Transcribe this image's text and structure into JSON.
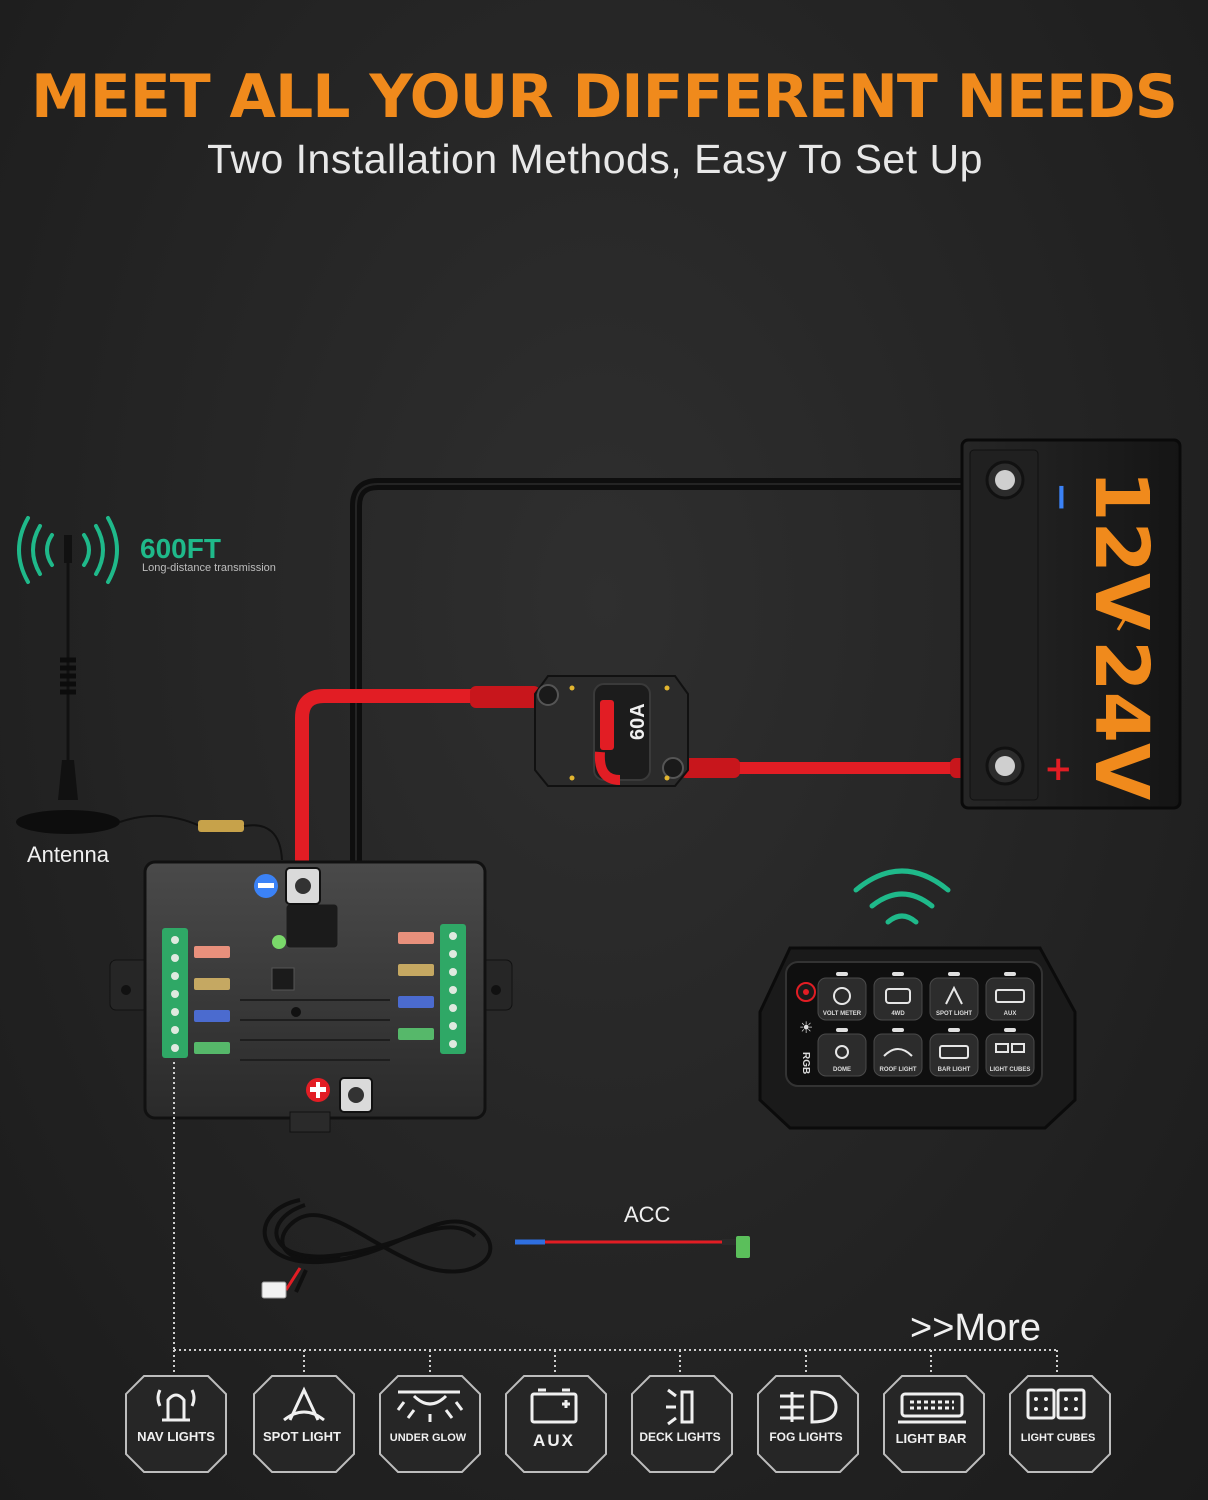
{
  "header": {
    "title": "MEET ALL YOUR DIFFERENT NEEDS",
    "subtitle": "Two Installation Methods, Easy To Set Up"
  },
  "transmission": {
    "range": "600FT",
    "caption": "Long-distance transmission",
    "color": "#1fb98a"
  },
  "antenna": {
    "label": "Antenna"
  },
  "battery": {
    "voltage_a": "12V",
    "voltage_b": "24V",
    "neg_symbol": "−",
    "pos_symbol": "+"
  },
  "breaker": {
    "rating": "60A"
  },
  "acc": {
    "label": "ACC"
  },
  "more": {
    "label": ">>More"
  },
  "control_panel": {
    "buttons": [
      "VOLT METER",
      "4WD",
      "SPOT LIGHT",
      "AUX",
      "DOME",
      "ROOF LIGHT",
      "BAR LIGHT",
      "LIGHT CUBES"
    ],
    "side_labels": [
      "RGB"
    ]
  },
  "accessories": [
    {
      "label": "NAV LIGHTS",
      "icon": "beacon-icon"
    },
    {
      "label": "SPOT LIGHT",
      "icon": "spot-light-icon"
    },
    {
      "label": "UNDER GLOW",
      "icon": "under-glow-icon"
    },
    {
      "label": "AUX",
      "icon": "battery-aux-icon"
    },
    {
      "label": "DECK LIGHTS",
      "icon": "deck-light-icon"
    },
    {
      "label": "FOG LIGHTS",
      "icon": "fog-light-icon"
    },
    {
      "label": "LIGHT BAR",
      "icon": "light-bar-icon"
    },
    {
      "label": "LIGHT CUBES",
      "icon": "light-cubes-icon"
    }
  ],
  "colors": {
    "accent": "#f08a1c",
    "wire_red": "#e21d24",
    "wire_black": "#0e0e0e",
    "teal": "#1fb98a"
  }
}
